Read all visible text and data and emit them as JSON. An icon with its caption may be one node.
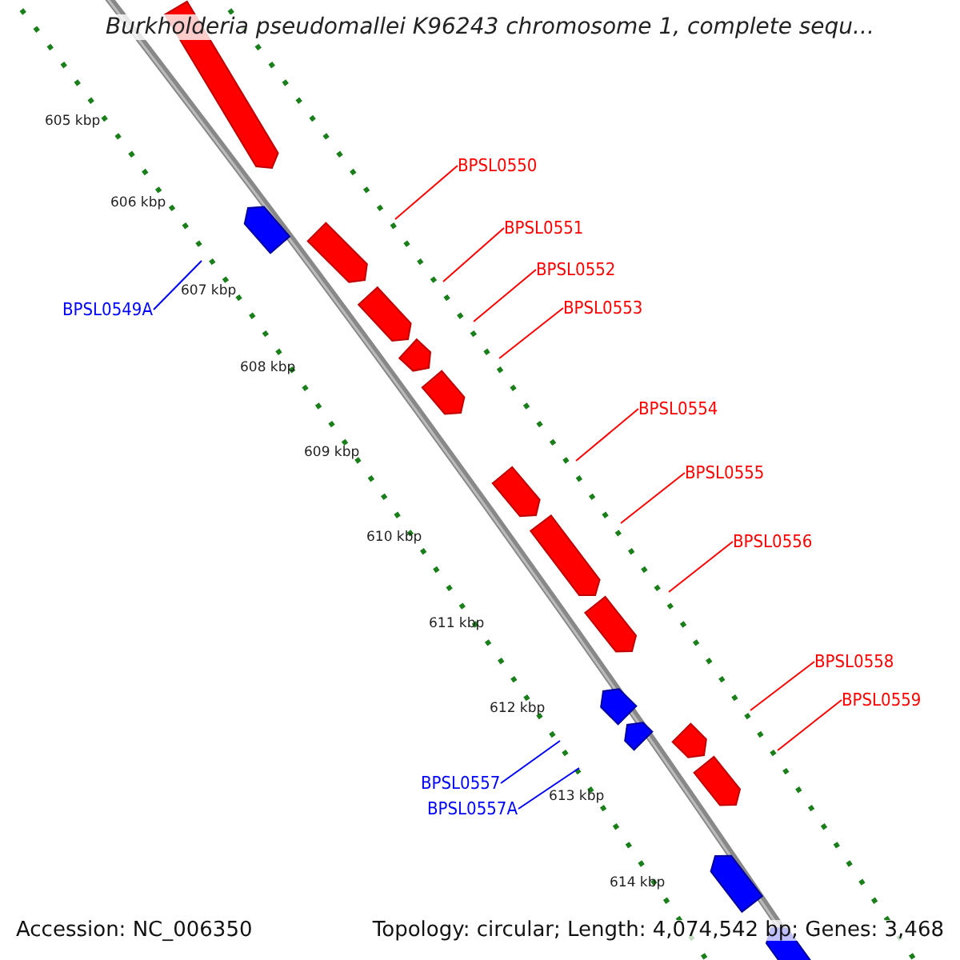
{
  "diagram": {
    "title": "Burkholderia pseudomallei K96243 chromosome 1, complete sequ...",
    "nodes": [
      {
        "text": [
          "BPSL0550"
        ]
      },
      {
        "text": [
          "BPSL0551"
        ]
      },
      {
        "text": [
          "BPSL0552"
        ]
      },
      {
        "text": [
          "BPSL0553"
        ]
      },
      {
        "text": [
          "BPSL0549A"
        ]
      },
      {
        "text": [
          "BPSL0554"
        ]
      },
      {
        "text": [
          "BPSL0555"
        ]
      },
      {
        "text": [
          "BPSL0556"
        ]
      },
      {
        "text": [
          "BPSL0558"
        ]
      },
      {
        "text": [
          "BPSL0559"
        ]
      },
      {
        "text": [
          "BPSL0557"
        ]
      },
      {
        "text": [
          "BPSL0557A"
        ]
      }
    ],
    "edges": [
      {
        "from": 0,
        "to": null,
        "arrow": "none"
      },
      {
        "from": 1,
        "to": null,
        "arrow": "none"
      },
      {
        "from": 2,
        "to": null,
        "arrow": "none"
      },
      {
        "from": 3,
        "to": null,
        "arrow": "none"
      },
      {
        "from": 4,
        "to": null,
        "arrow": "none",
        "color": "#0000ff"
      },
      {
        "from": 5,
        "to": null,
        "arrow": "none"
      },
      {
        "from": 6,
        "to": null,
        "arrow": "none"
      },
      {
        "from": 7,
        "to": null,
        "arrow": "none"
      },
      {
        "from": 8,
        "to": null,
        "arrow": "none"
      },
      {
        "from": 9,
        "to": null,
        "arrow": "none"
      },
      {
        "from": 10,
        "to": null,
        "arrow": "none",
        "color": "#0000ff"
      },
      {
        "from": 11,
        "to": null,
        "arrow": "none",
        "color": "#0000ff"
      }
    ],
    "labels": [
      "605 kbp",
      "606 kbp",
      "607 kbp",
      "608 kbp",
      "609 kbp",
      "610 kbp",
      "611 kbp",
      "612 kbp",
      "613 kbp",
      "614 kbp",
      "Accession: NC_006350",
      "Topology: circular; Length: 4,074,542 bp; Genes: 3,468"
    ]
  }
}
